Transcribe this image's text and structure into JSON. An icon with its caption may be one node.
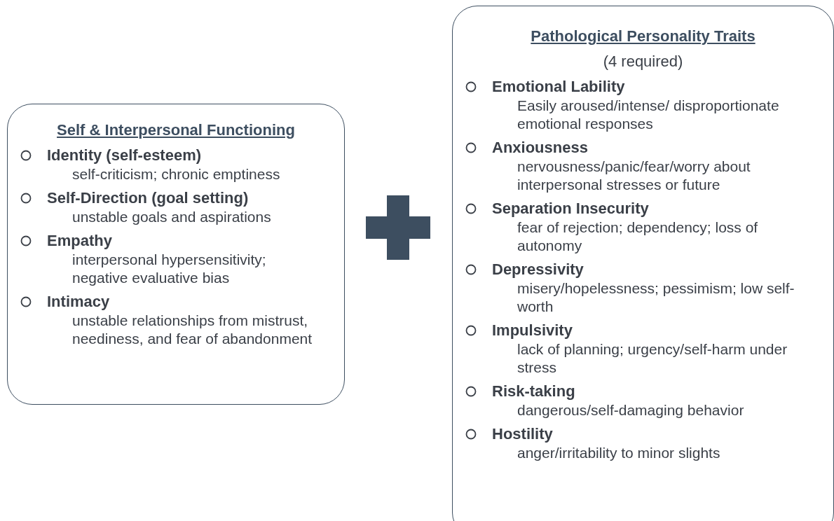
{
  "diagram": {
    "nodes": [
      {
        "text": [
          "Self & Interpersonal Functioning",
          "Identity (self-esteem)",
          "self-criticism; chronic emptiness",
          "Self-Direction (goal setting)",
          "unstable goals and aspirations",
          "Empathy",
          "interpersonal hypersensitivity; negative evaluative bias",
          "Intimacy",
          "unstable relationships from mistrust, neediness, and fear of abandonment"
        ]
      },
      {
        "text": [
          "Pathological Personality Traits",
          "(4 required)",
          "Emotional Lability",
          "Easily aroused/intense/ disproportionate emotional responses",
          "Anxiousness",
          "nervousness/panic/fear/worry about interpersonal stresses or future",
          "Separation Insecurity",
          "fear of rejection; dependency; loss of autonomy",
          "Depressivity",
          "misery/hopelessness; pessimism; low self-worth",
          "Impulsivity",
          "lack of planning; urgency/self-harm under stress",
          "Risk-taking",
          "dangerous/self-damaging behavior",
          "Hostility",
          "anger/irritability to minor slights"
        ]
      }
    ]
  }
}
